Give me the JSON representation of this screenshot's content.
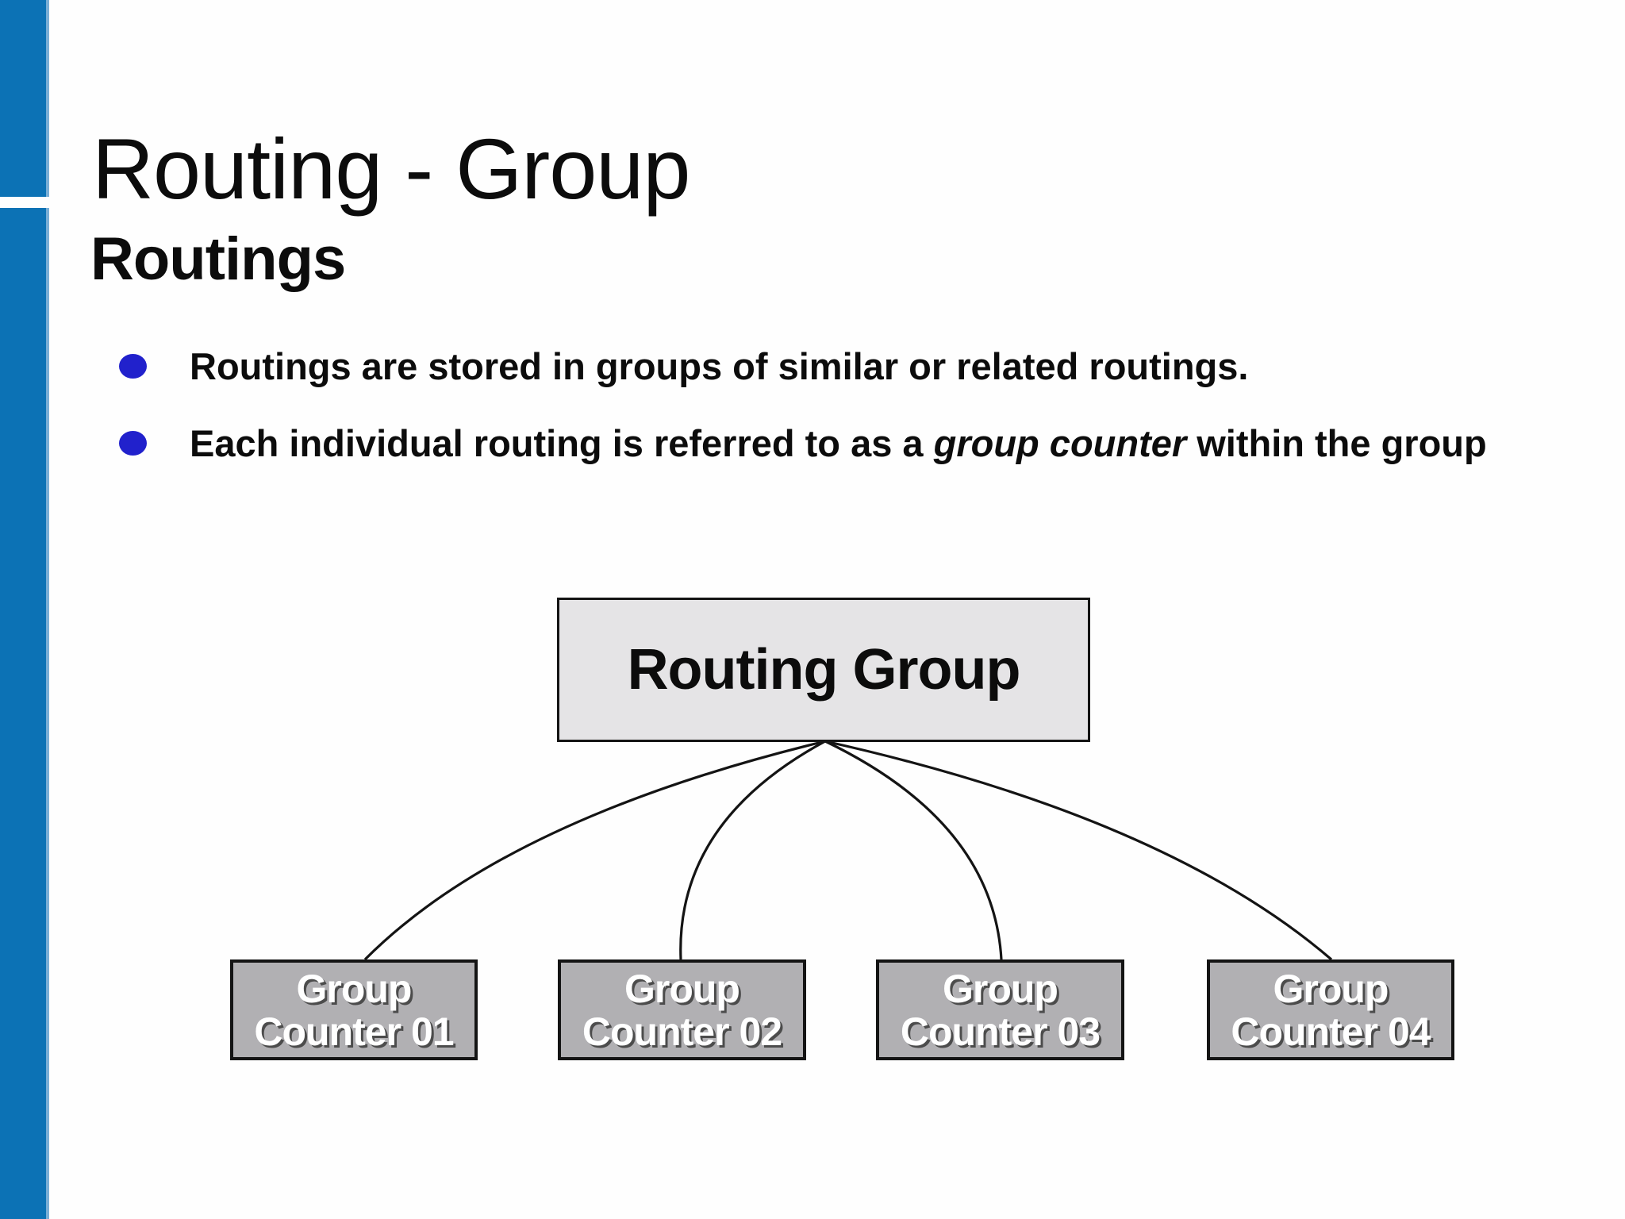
{
  "slide": {
    "title": "Routing - Group",
    "subtitle": "Routings",
    "bullets": [
      {
        "segments": [
          {
            "text": "Routings are stored in groups of similar or related routings.",
            "style": "normal"
          }
        ]
      },
      {
        "segments": [
          {
            "text": "Each individual routing is referred to as a ",
            "style": "normal"
          },
          {
            "text": "group counter",
            "style": "italic"
          },
          {
            "text": " within the group",
            "style": "normal"
          }
        ]
      }
    ]
  },
  "diagram": {
    "root": {
      "label": "Routing Group"
    },
    "children": [
      {
        "line1": "Group",
        "line2": "Counter 01"
      },
      {
        "line1": "Group",
        "line2": "Counter 02"
      },
      {
        "line1": "Group",
        "line2": "Counter 03"
      },
      {
        "line1": "Group",
        "line2": "Counter 04"
      }
    ]
  },
  "colors": {
    "accent_bar": "#0c72b5",
    "accent_bar_edge": "#79aed6",
    "bullet": "#2121cc",
    "root_box_fill": "#e5e4e6",
    "child_box_fill": "#b1b0b3",
    "box_border": "#141414",
    "text": "#0c0c0c",
    "label_shadow": "#4c4c4c"
  }
}
